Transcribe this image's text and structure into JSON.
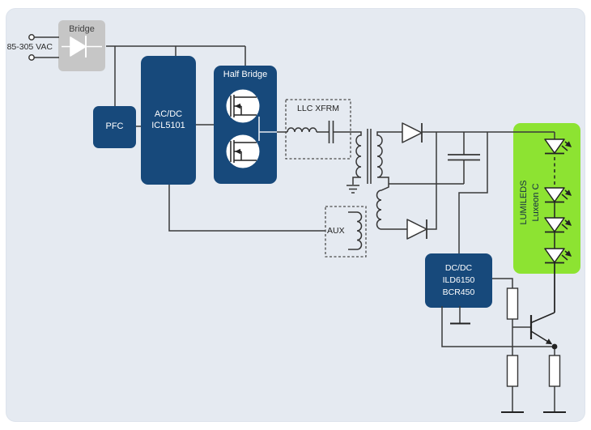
{
  "colors": {
    "panel_background": "#e5eaf1",
    "block_navy": "#17497b",
    "block_gray": "#c6c6c6",
    "led_module_green": "#8de332",
    "wire": "#3a3a3a",
    "block_text": "#ffffff"
  },
  "input": {
    "voltage_label": "85-305 VAC"
  },
  "blocks": {
    "bridge": {
      "label": "Bridge"
    },
    "pfc": {
      "label": "PFC"
    },
    "acdc": {
      "line1": "AC/DC",
      "line2": "ICL5101"
    },
    "half_bridge": {
      "label": "Half Bridge"
    },
    "llc_transformer": {
      "label": "LLC XFRM"
    },
    "aux_winding": {
      "label": "AUX"
    },
    "dcdc": {
      "line1": "DC/DC",
      "line2": "ILD6150",
      "line3": "BCR450"
    },
    "led_module": {
      "line1": "LUMILEDS",
      "line2": "Luxeon C"
    }
  }
}
